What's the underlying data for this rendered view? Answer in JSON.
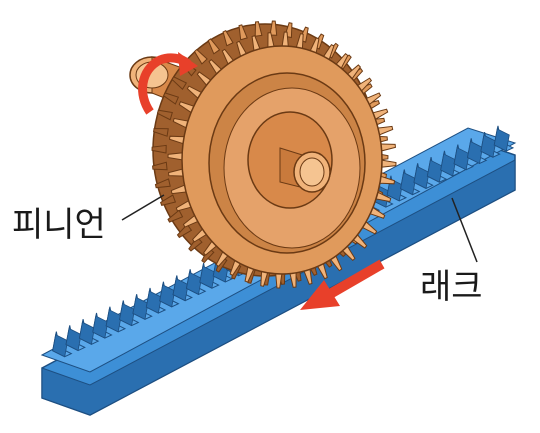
{
  "labels": {
    "pinion": "피니언",
    "rack": "래크"
  },
  "colors": {
    "rack_face": "#3d8fd6",
    "rack_top": "#5aa8ea",
    "rack_side": "#2a6fb0",
    "rack_dark": "#1d4f82",
    "gear_face": "#e09a5c",
    "gear_light": "#f0b37a",
    "gear_dark": "#a0602e",
    "gear_edge": "#6b3a14",
    "arrow": "#e8402a",
    "line": "#222222"
  },
  "icons": {
    "rotation": "curved-rotation-arrow",
    "motion": "straight-motion-arrow"
  },
  "geometry_note_hidden": null
}
